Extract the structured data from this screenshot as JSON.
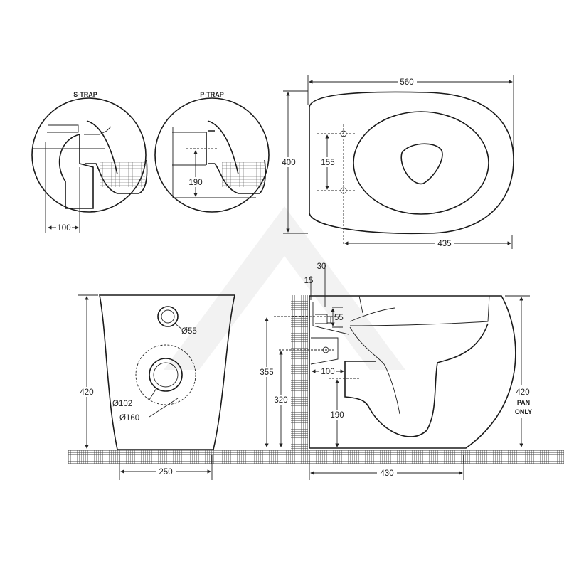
{
  "details": {
    "s_trap": {
      "title": "S-TRAP",
      "dim_offset": "100"
    },
    "p_trap": {
      "title": "P-TRAP",
      "dim_height": "190"
    }
  },
  "plan_view": {
    "width": "560",
    "depth": "400",
    "hole_spacing": "155",
    "rear_to_front": "435"
  },
  "front_view": {
    "height": "420",
    "base_width": "250",
    "inlet_dia": "Ø55",
    "outlet_dia": "Ø102",
    "outlet_collar_dia": "Ø160"
  },
  "side_view": {
    "inlet_offset_30": "30",
    "inlet_offset_15": "15",
    "inlet_size": "55",
    "inlet_height": "355",
    "bolt_height": "320",
    "outlet_projection": "100",
    "outlet_height": "190",
    "length": "430",
    "pan_height": "420",
    "pan_label": "PAN",
    "only_label": "ONLY"
  },
  "colors": {
    "line": "#1a1a1a",
    "hatch": "#555555"
  }
}
